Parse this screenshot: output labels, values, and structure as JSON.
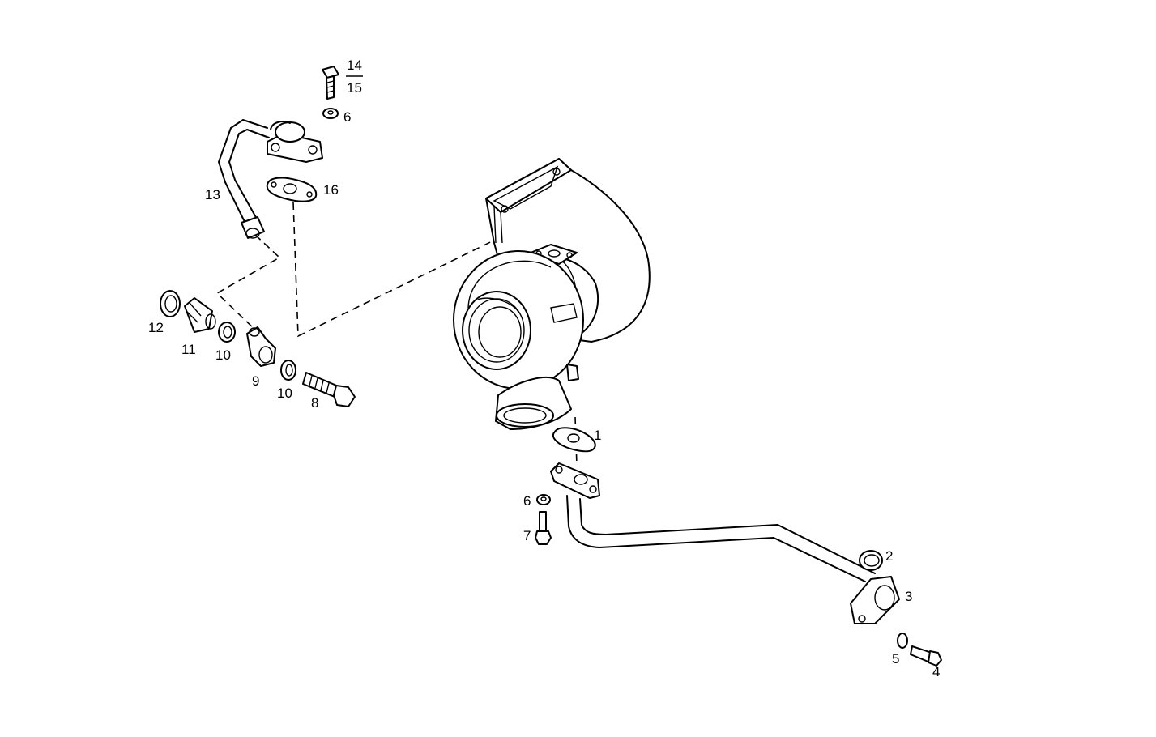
{
  "labels": {
    "p1": "1",
    "p2": "2",
    "p3": "3",
    "p4": "4",
    "p5": "5",
    "p6a": "6",
    "p6b": "6",
    "p7": "7",
    "p8": "8",
    "p9": "9",
    "p10a": "10",
    "p10b": "10",
    "p11": "11",
    "p12": "12",
    "p13": "13",
    "p14": "14",
    "p15": "15",
    "p16": "16"
  },
  "colors": {
    "ink": "#000000",
    "paper": "#ffffff"
  }
}
